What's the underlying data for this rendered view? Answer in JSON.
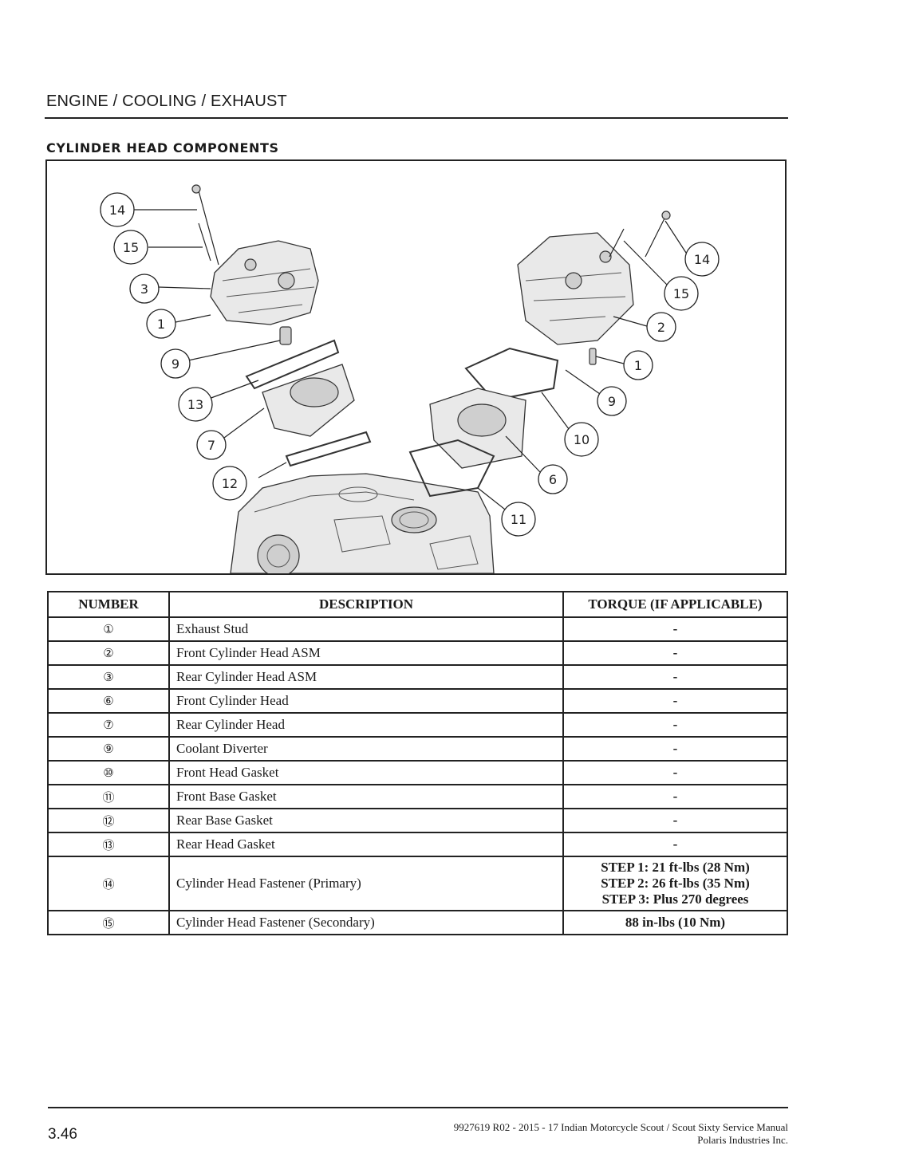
{
  "header": {
    "title": "ENGINE / COOLING / EXHAUST",
    "section_title": "CYLINDER HEAD COMPONENTS"
  },
  "figure": {
    "callouts": [
      "14",
      "15",
      "3",
      "1",
      "9",
      "13",
      "7",
      "12",
      "14",
      "15",
      "2",
      "1",
      "9",
      "10",
      "6",
      "11"
    ]
  },
  "table": {
    "headers": {
      "number": "NUMBER",
      "description": "DESCRIPTION",
      "torque": "TORQUE (IF APPLICABLE)"
    },
    "rows": [
      {
        "number": "①",
        "description": "Exhaust Stud",
        "torque": "-"
      },
      {
        "number": "②",
        "description": "Front Cylinder Head ASM",
        "torque": "-"
      },
      {
        "number": "③",
        "description": "Rear Cylinder Head ASM",
        "torque": "-"
      },
      {
        "number": "⑥",
        "description": "Front Cylinder Head",
        "torque": "-"
      },
      {
        "number": "⑦",
        "description": "Rear Cylinder Head",
        "torque": "-"
      },
      {
        "number": "⑨",
        "description": "Coolant Diverter",
        "torque": "-"
      },
      {
        "number": "⑩",
        "description": "Front Head Gasket",
        "torque": "-"
      },
      {
        "number": "⑪",
        "description": "Front Base Gasket",
        "torque": "-"
      },
      {
        "number": "⑫",
        "description": "Rear Base Gasket",
        "torque": "-"
      },
      {
        "number": "⑬",
        "description": "Rear Head Gasket",
        "torque": "-"
      },
      {
        "number": "⑭",
        "description": "Cylinder Head Fastener (Primary)",
        "torque_lines": [
          "STEP 1: 21 ft-lbs (28 Nm)",
          "STEP 2: 26 ft-lbs (35 Nm)",
          "STEP 3: Plus 270 degrees"
        ]
      },
      {
        "number": "⑮",
        "description": "Cylinder Head Fastener (Secondary)",
        "torque": "88 in-lbs (10 Nm)"
      }
    ]
  },
  "footer": {
    "page_number": "3.46",
    "manual_title": "9927619 R02 - 2015 - 17 Indian Motorcycle Scout / Scout Sixty Service Manual",
    "publisher": "Polaris Industries Inc."
  }
}
